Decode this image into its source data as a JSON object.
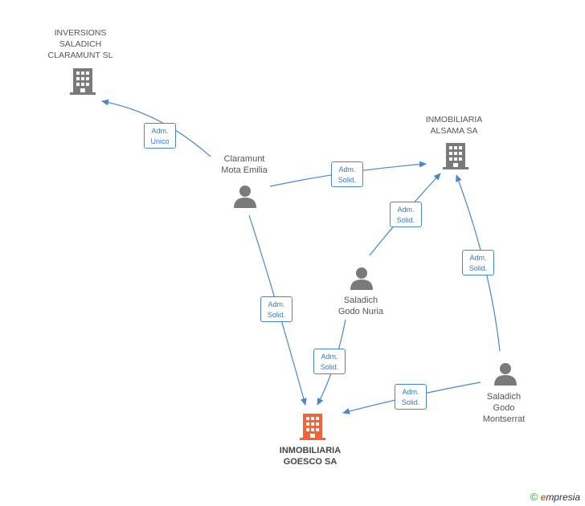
{
  "nodes": {
    "inversions": {
      "label_lines": [
        "INVERSIONS",
        "SALADICH",
        "CLARAMUNT SL"
      ]
    },
    "alsama": {
      "label_lines": [
        "INMOBILIARIA",
        "ALSAMA SA"
      ]
    },
    "goesco": {
      "label_lines": [
        "INMOBILIARIA",
        "GOESCO SA"
      ]
    },
    "emilia": {
      "label_lines": [
        "Claramunt",
        "Mota Emilia"
      ]
    },
    "nuria": {
      "label_lines": [
        "Saladich",
        "Godo Nuria"
      ]
    },
    "montserrat": {
      "label_lines": [
        "Saladich",
        "Godo",
        "Montserrat"
      ]
    }
  },
  "edges": {
    "e1": {
      "line1": "Adm.",
      "line2": "Unico"
    },
    "e2": {
      "line1": "Adm.",
      "line2": "Solid."
    },
    "e3": {
      "line1": "Adm.",
      "line2": "Solid."
    },
    "e4": {
      "line1": "Adm.",
      "line2": "Solid."
    },
    "e5": {
      "line1": "Adm.",
      "line2": "Solid."
    },
    "e6": {
      "line1": "Adm.",
      "line2": "Solid."
    },
    "e7": {
      "line1": "Adm.",
      "line2": "Solid."
    }
  },
  "colors": {
    "edge": "#4a86c8",
    "company": "#7a7a7a",
    "main_company": "#f0643a",
    "person": "#7a7a7a"
  },
  "footer": {
    "copyright": "©",
    "brand_initial": "e",
    "brand_rest": "mpresia"
  }
}
